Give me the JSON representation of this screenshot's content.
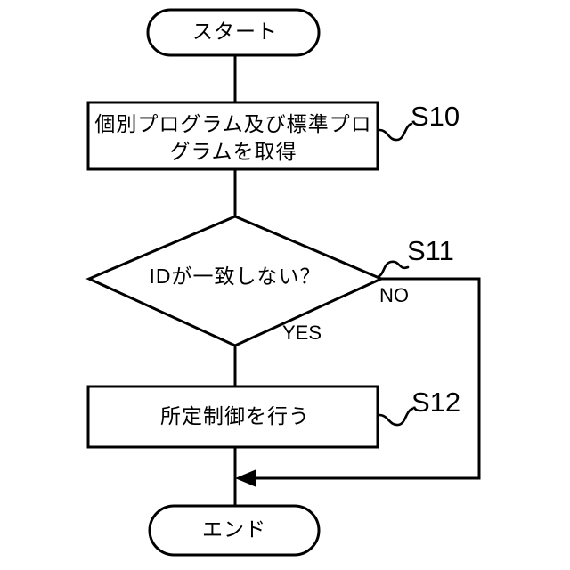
{
  "diagram": {
    "type": "flowchart",
    "language": "ja",
    "background_color": "#ffffff",
    "line_color": "#000000",
    "nodes": [
      {
        "id": "start",
        "shape": "terminator",
        "text": "スタート"
      },
      {
        "id": "s10",
        "shape": "process",
        "text_line1": "個別プログラム及び標準プロ",
        "text_line2": "グラムを取得",
        "step_label": "S10"
      },
      {
        "id": "s11",
        "shape": "decision",
        "text": "IDが一致しない？",
        "step_label": "S11"
      },
      {
        "id": "s12",
        "shape": "process",
        "text": "所定制御を行う",
        "step_label": "S12"
      },
      {
        "id": "end",
        "shape": "terminator",
        "text": "エンド"
      }
    ],
    "branches": {
      "yes_label": "YES",
      "no_label": "NO"
    }
  }
}
